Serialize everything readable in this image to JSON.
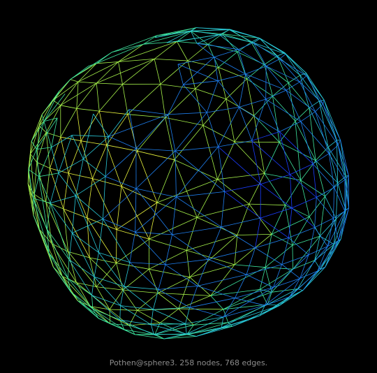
{
  "caption": "Pothen@sphere3. 258 nodes, 768 edges.",
  "graph": {
    "nodes": 258,
    "edges": 768,
    "background": "#000000",
    "edge_palette": [
      "#1a3dff",
      "#1e7ff0",
      "#29c8d8",
      "#3fe6a0",
      "#a6f24a",
      "#e8f23c"
    ]
  }
}
